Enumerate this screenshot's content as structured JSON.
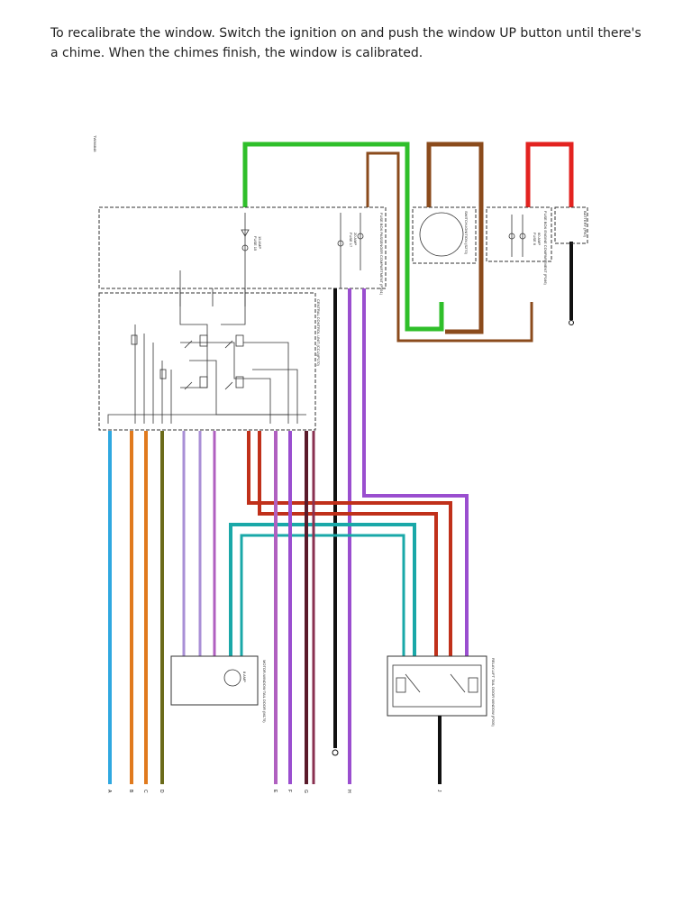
{
  "intro": {
    "text": "To recalibrate the window. Switch the ignition on and push the window UP button until there's a chime. When the chimes finish, the window is calibrated."
  },
  "diagram": {
    "drawing_number": "TWM4848",
    "components": {
      "battery": "BATTERY (P90)",
      "fuse_box_engine": "FUSE BOX ENGINE COMPARTMENT (P166)",
      "ignition_switch": "SWITCH-IGNITION (S270)",
      "fuse_box_passenger": "FUSE BOX PASSENGER COMPARTMENT (P191)",
      "central_control_unit": "CENTRAL CONTROL UNIT (CCU)(P170)",
      "window_motor": "MOTOR-WINDOW TAIL DOOR (M175)",
      "window_switch": "RELAY-LIFT TAIL DOOR WINDOW (P205)",
      "window_motor_rating": "8 AMP",
      "fuse_label_a": "FUSE 15",
      "fuse_label_b": "FUSE 17",
      "fuse_label_c": "FUSE 6",
      "fuse_amp_a": "15 AMP",
      "fuse_amp_b": "20 AMP",
      "fuse_amp_c": "60 AMP"
    },
    "terminals": [
      "A",
      "B",
      "C",
      "D",
      "E",
      "F",
      "G",
      "H",
      "J"
    ],
    "wire_colors": {
      "red": "#e32320",
      "green": "#2fbf2a",
      "brown": "#8b4b1c",
      "blue": "#2fa8e0",
      "orange": "#e07a1e",
      "olive": "#6b6b1a",
      "lavender": "#a98fd6",
      "violet": "#b060c0",
      "dark_red": "#c0301a",
      "teal": "#1aa8a8",
      "black": "#111111",
      "purple": "#9a4ecf",
      "maroon": "#5a1a2a"
    }
  }
}
